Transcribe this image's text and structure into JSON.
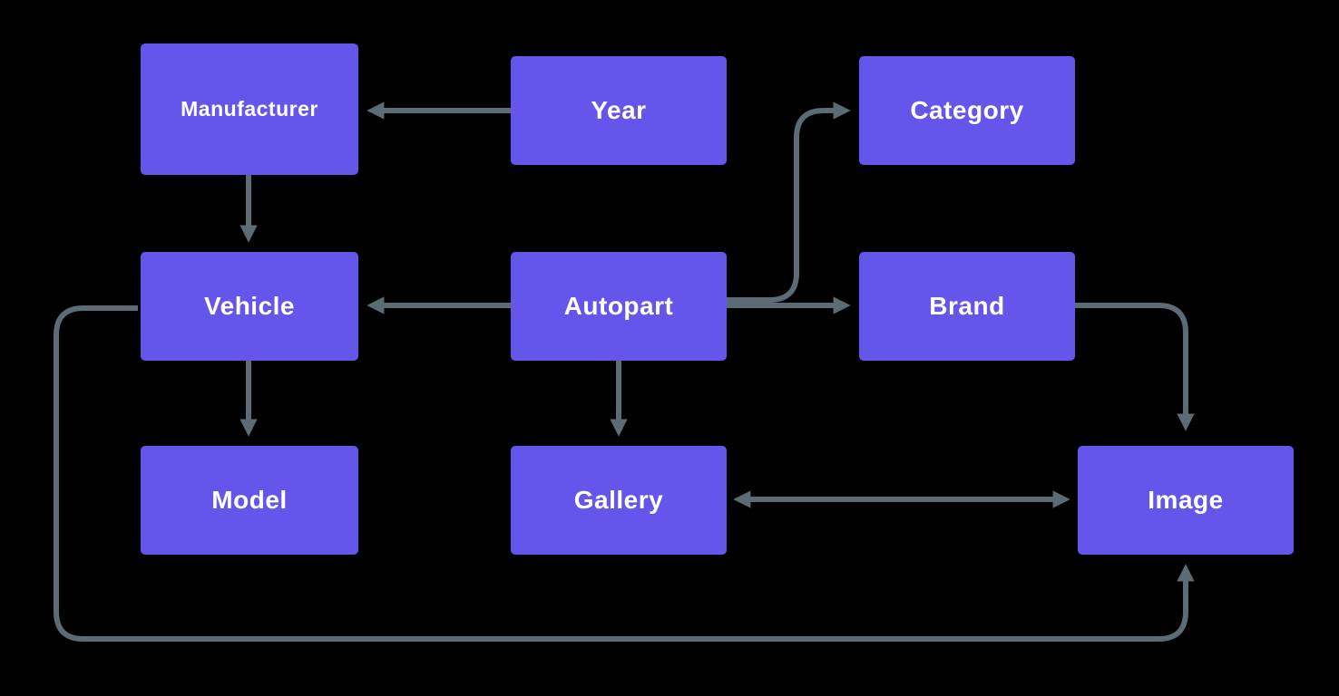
{
  "diagram": {
    "type": "entity-relationship",
    "background": "#000000",
    "node_fill": "#6456EB",
    "node_text_color": "#FFFFFF",
    "arrow_color": "#5C6C75",
    "nodes": [
      {
        "id": "manufacturer",
        "label": "Manufacturer"
      },
      {
        "id": "year",
        "label": "Year"
      },
      {
        "id": "category",
        "label": "Category"
      },
      {
        "id": "vehicle",
        "label": "Vehicle"
      },
      {
        "id": "autopart",
        "label": "Autopart"
      },
      {
        "id": "brand",
        "label": "Brand"
      },
      {
        "id": "model",
        "label": "Model"
      },
      {
        "id": "gallery",
        "label": "Gallery"
      },
      {
        "id": "image",
        "label": "Image"
      }
    ],
    "edges": [
      {
        "from": "Year",
        "to": "Manufacturer",
        "arrow": "single",
        "route": "straight-left"
      },
      {
        "from": "Manufacturer",
        "to": "Vehicle",
        "arrow": "single",
        "route": "straight-down"
      },
      {
        "from": "Autopart",
        "to": "Vehicle",
        "arrow": "single",
        "route": "straight-left"
      },
      {
        "from": "Autopart",
        "to": "Category",
        "arrow": "single",
        "route": "right-up-right"
      },
      {
        "from": "Autopart",
        "to": "Brand",
        "arrow": "single",
        "route": "straight-right"
      },
      {
        "from": "Vehicle",
        "to": "Model",
        "arrow": "single",
        "route": "straight-down"
      },
      {
        "from": "Autopart",
        "to": "Gallery",
        "arrow": "single",
        "route": "straight-down"
      },
      {
        "from": "Brand",
        "to": "Image",
        "arrow": "single",
        "route": "right-down"
      },
      {
        "from": "Gallery",
        "to": "Image",
        "arrow": "double",
        "route": "straight-horizontal"
      },
      {
        "from": "Vehicle",
        "to": "Image",
        "arrow": "single",
        "route": "left-down-right-up-loop"
      }
    ]
  }
}
